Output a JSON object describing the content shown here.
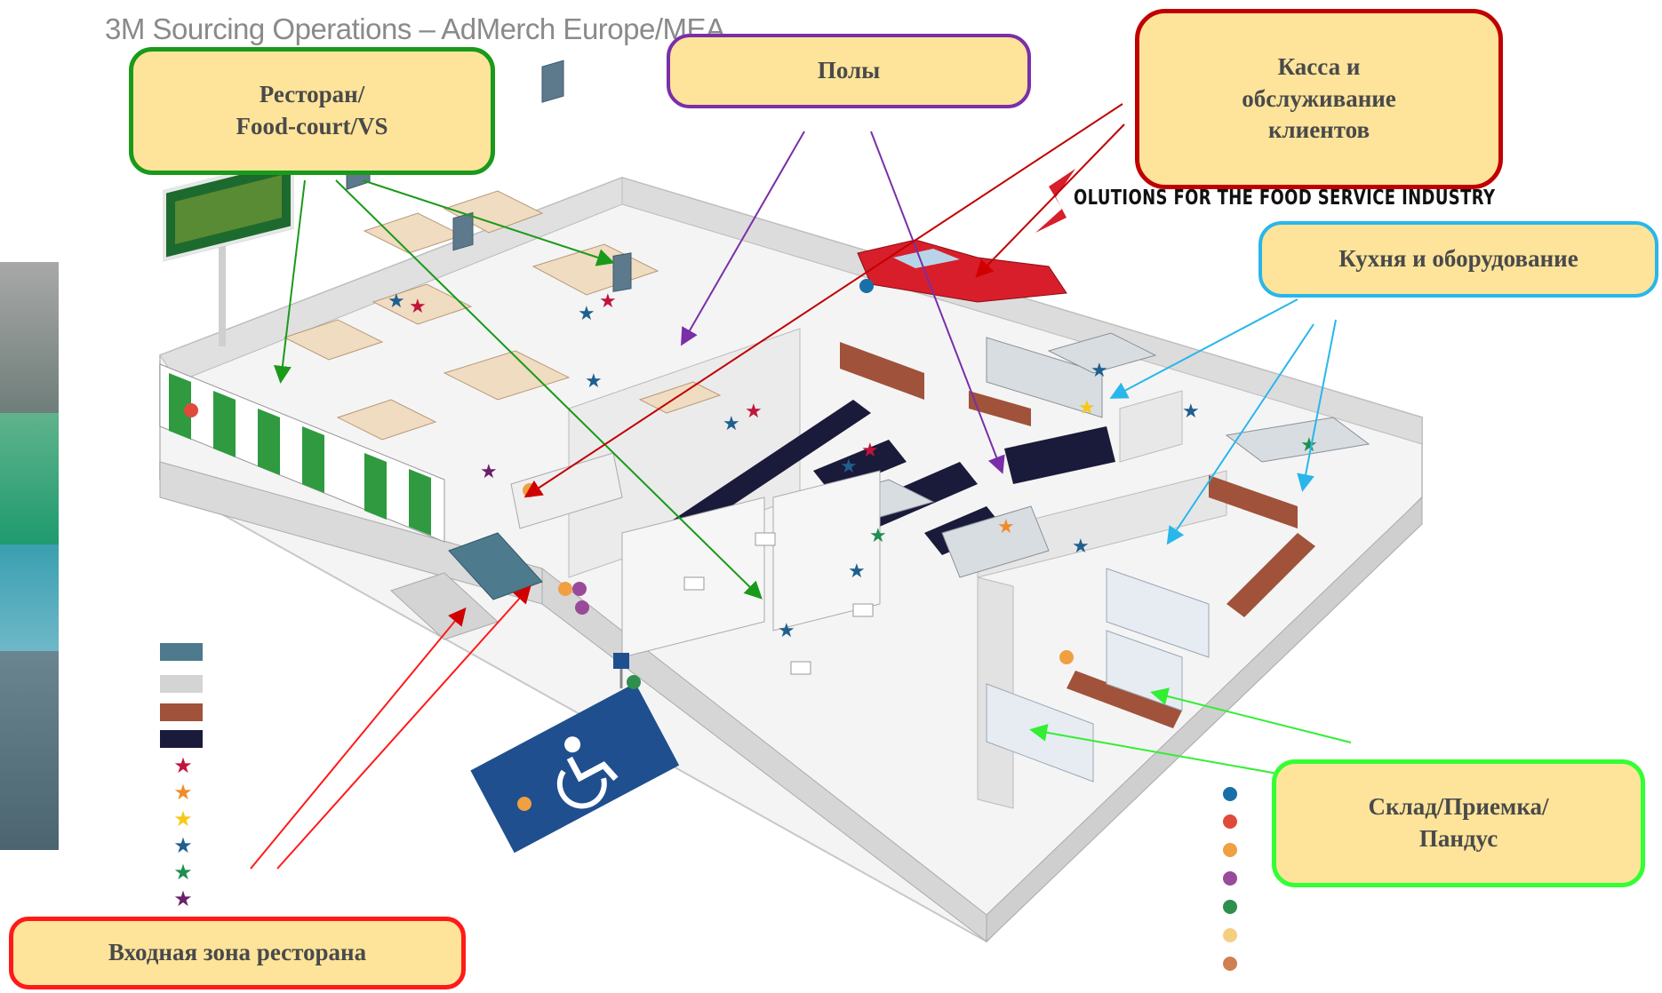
{
  "header": {
    "text": "3M Sourcing Operations – AdMerch Europe/MEA"
  },
  "logo": {
    "text": "OLUTIONS FOR THE FOOD SERVICE INDUSTRY"
  },
  "callouts": {
    "restaurant": {
      "line1": "Ресторан/",
      "line2": "Food-court/VS",
      "border": "#1a9a1a"
    },
    "floors": {
      "line1": "Полы",
      "border": "#7a2fa8"
    },
    "checkout": {
      "line1": "Касса и",
      "line2": "обслуживание",
      "line3": "клиентов",
      "border": "#c00000"
    },
    "kitchen": {
      "line1": "Кухня и оборудование",
      "border": "#29b6ea"
    },
    "storage": {
      "line1": "Склад/Приемка/",
      "line2": "Пандус",
      "border": "#33ff33"
    },
    "entrance": {
      "line1": "Входная зона ресторана",
      "border": "#ff1a1a"
    }
  },
  "legend": {
    "swatches": [
      "#4d7a8c",
      "#d4d4d4",
      "#a0523a",
      "#1a1a3a"
    ],
    "stars": [
      "#c0143c",
      "#f08c28",
      "#f5c818",
      "#1f5f8f",
      "#1f8f4f",
      "#6a1f6a"
    ],
    "dots": [
      "#1a6fa8",
      "#e04a3a",
      "#f0a040",
      "#9a4a9a",
      "#2f8f4f",
      "#f5cf80",
      "#d08050"
    ]
  },
  "colors": {
    "arrow_green": "#1a9a1a",
    "arrow_purple": "#7a2fa8",
    "arrow_red": "#c00000",
    "arrow_blue": "#29b6ea",
    "arrow_lime": "#33ff33"
  }
}
